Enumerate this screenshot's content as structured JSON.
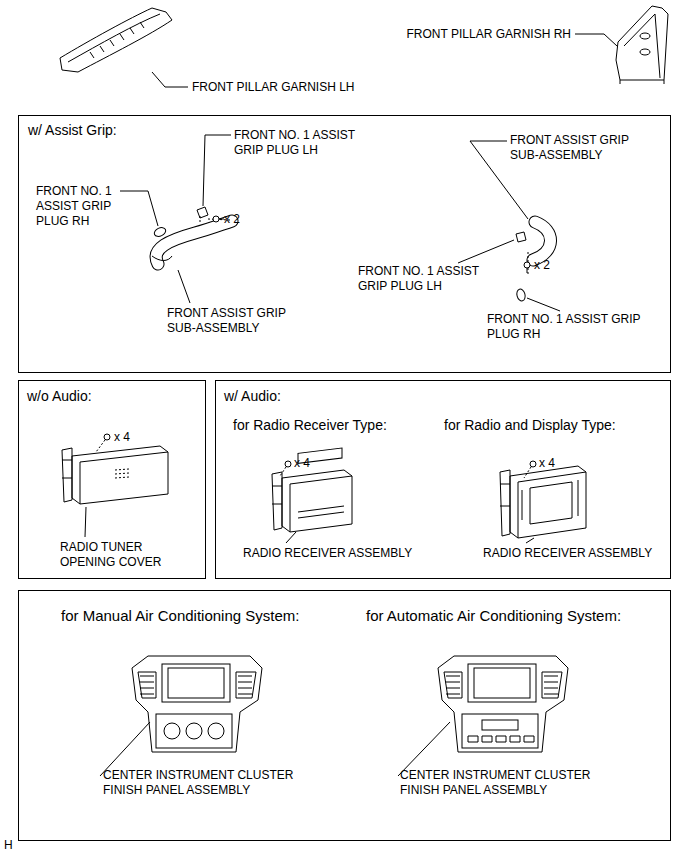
{
  "diagram": {
    "nodes": [
      {
        "text": [
          "w/ Assist Grip:"
        ]
      },
      {
        "text": [
          "w/o Audio:"
        ]
      },
      {
        "text": [
          "w/ Audio:",
          "for Radio Receiver Type:",
          "for Radio and Display Type:"
        ]
      },
      {
        "text": [
          "for Manual Air Conditioning System:",
          "for Automatic Air Conditioning System:"
        ]
      }
    ],
    "labels": [
      "FRONT PILLAR GARNISH RH",
      "FRONT PILLAR GARNISH LH",
      "FRONT NO. 1 ASSIST GRIP PLUG LH",
      "FRONT ASSIST GRIP SUB-ASSEMBLY",
      "FRONT NO. 1 ASSIST GRIP PLUG RH",
      "x 2",
      "FRONT NO. 1 ASSIST GRIP PLUG LH",
      "x 2",
      "FRONT ASSIST GRIP SUB-ASSEMBLY",
      "FRONT NO. 1 ASSIST GRIP PLUG RH",
      "x 4",
      "x 4",
      "x 4",
      "RADIO TUNER OPENING COVER",
      "RADIO RECEIVER ASSEMBLY",
      "RADIO RECEIVER ASSEMBLY",
      "CENTER INSTRUMENT CLUSTER FINISH PANEL ASSEMBLY",
      "CENTER INSTRUMENT CLUSTER FINISH PANEL ASSEMBLY",
      "H"
    ]
  }
}
